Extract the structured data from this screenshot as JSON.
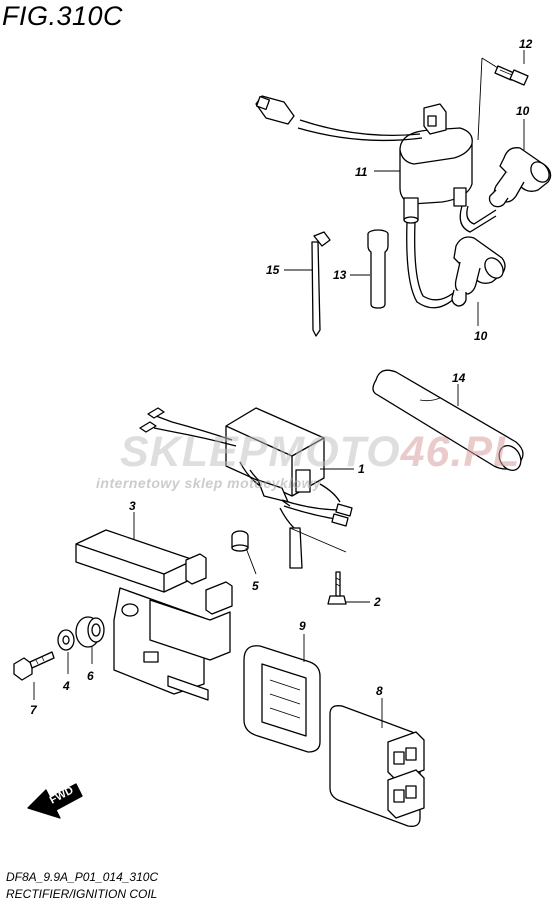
{
  "figure": {
    "title": "FIG.310C",
    "code": "DF8A_9.9A_P01_014_310C",
    "subtitle": "RECTIFIER/IGNITION COIL"
  },
  "watermark": {
    "brand_a": "SKLEP",
    "brand_b": "MOTO",
    "brand_c": "46.PL",
    "tagline": "internetowy sklep motocyklowy"
  },
  "callouts": {
    "p1": "1",
    "p2": "2",
    "p3": "3",
    "p4": "4",
    "p5": "5",
    "p6": "6",
    "p7": "7",
    "p8": "8",
    "p9": "9",
    "p10a": "10",
    "p10b": "10",
    "p11": "11",
    "p12": "12",
    "p13": "13",
    "p14": "14",
    "p15": "15"
  },
  "fwd": {
    "label": "FWD"
  },
  "colors": {
    "line": "#000000",
    "watermark": "#bebebe",
    "watermark_accent": "#d9a0a0"
  }
}
